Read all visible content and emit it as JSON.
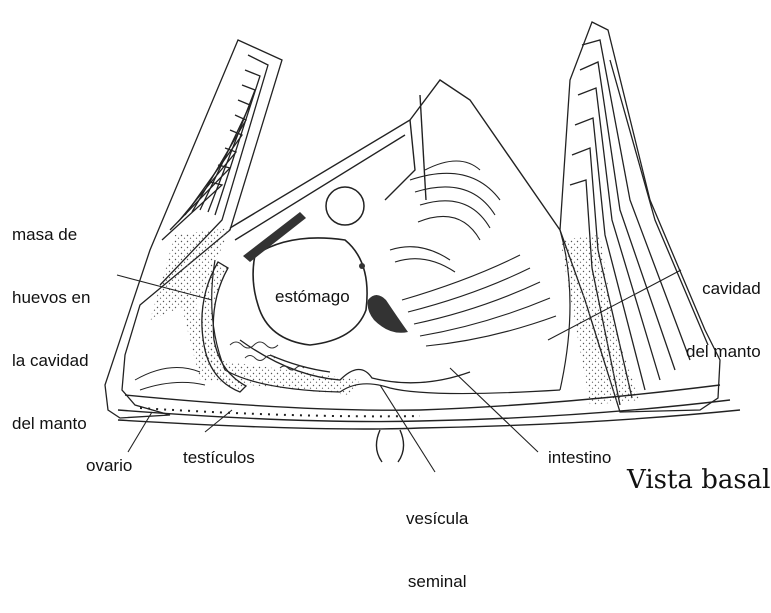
{
  "labels": {
    "masa_huevos": [
      "masa de",
      "huevos en",
      "la cavidad",
      "del manto"
    ],
    "estomago": "estómago",
    "cavidad_manto": [
      "cavidad",
      "del manto"
    ],
    "ovario": "ovario",
    "testiculos": "testículos",
    "vesicula": [
      "vesícula",
      "seminal"
    ],
    "intestino": "intestino",
    "vista": "Vista basal"
  },
  "colors": {
    "ink": "#222222",
    "stipple": "#555555",
    "dark_organ": "#333333",
    "background": "#ffffff"
  }
}
